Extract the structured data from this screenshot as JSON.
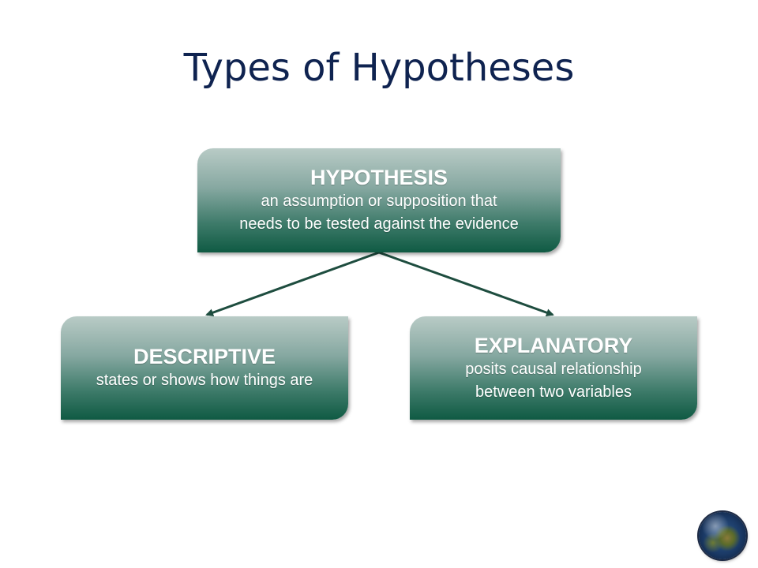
{
  "slide": {
    "title": "Types of Hypotheses"
  },
  "diagram": {
    "root": {
      "heading": "HYPOTHESIS",
      "line1": "an assumption or supposition that",
      "line2": "needs to be tested against the evidence"
    },
    "left": {
      "heading": "DESCRIPTIVE",
      "line1": "states or shows how things are"
    },
    "right": {
      "heading": "EXPLANATORY",
      "line1": "posits causal relationship",
      "line2": "between two variables"
    },
    "colors": {
      "box_top": "#b9cbc6",
      "box_bottom": "#0f5a43",
      "arrow": "#1e4d3f",
      "title": "#0f2350"
    }
  },
  "logo": {
    "icon": "globe-icon"
  }
}
